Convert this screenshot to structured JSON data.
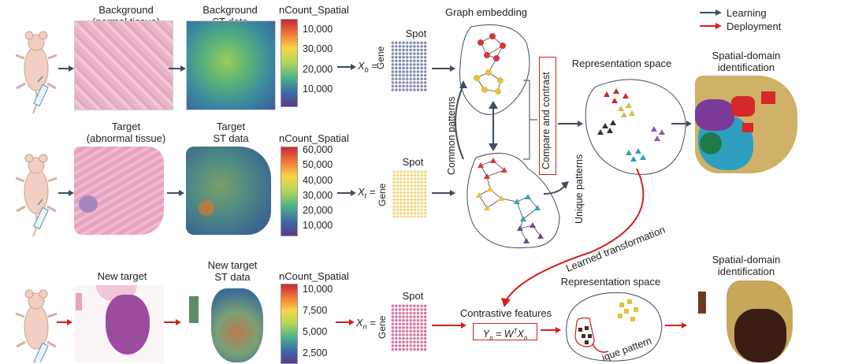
{
  "legend": {
    "learning": "Learning",
    "deployment": "Deployment"
  },
  "colors": {
    "learning_arrow": "#3d4f5c",
    "deployment_arrow": "#d42020",
    "tissue_pink": "#e8a8c4",
    "spot_gray": "#8a92b0",
    "spot_yellow": "#f0dc8a",
    "spot_pink": "#e27aa6"
  },
  "rows": [
    {
      "tissue_label_1": "Background",
      "tissue_label_2": "(normal tissue)",
      "st_label_1": "Background",
      "st_label_2": "ST data",
      "colorbar_title": "nCount_Spatial",
      "ticks": [
        "10,000",
        "30,000",
        "20,000",
        "10,000"
      ],
      "x_label": "X",
      "x_sub": "b"
    },
    {
      "tissue_label_1": "Target",
      "tissue_label_2": "(abnormal tissue)",
      "st_label_1": "Target",
      "st_label_2": "ST data",
      "colorbar_title": "nCount_Spatial",
      "ticks": [
        "60,000",
        "50,000",
        "40,000",
        "30,000",
        "20,000",
        "10,000"
      ],
      "x_label": "X",
      "x_sub": "t"
    },
    {
      "tissue_label_1": "New target",
      "tissue_label_2": "",
      "st_label_1": "New target",
      "st_label_2": "ST data",
      "colorbar_title": "nCount_Spatial",
      "ticks": [
        "10,000",
        "7,500",
        "5,000",
        "2,500"
      ],
      "x_label": "X",
      "x_sub": "n"
    }
  ],
  "spot_label": "Spot",
  "gene_label": "Gene",
  "graph_embedding": "Graph embedding",
  "common_patterns": "Common patterns",
  "unique_patterns": "Unique patterns",
  "compare_contrast": "Compare and contrast",
  "representation_space": "Representation space",
  "spatial_domain_1": "Spatial-domain",
  "spatial_domain_2": "identification",
  "learned_transformation": "Learned transformation",
  "contrastive_features": "Contrastive features",
  "formula": {
    "y": "Y",
    "y_sub": "n",
    "eq": " = ",
    "w": "W",
    "w_sup": "T",
    "x": "X",
    "x_sub": "n"
  },
  "unique_pattern_cut": "ique pattern"
}
